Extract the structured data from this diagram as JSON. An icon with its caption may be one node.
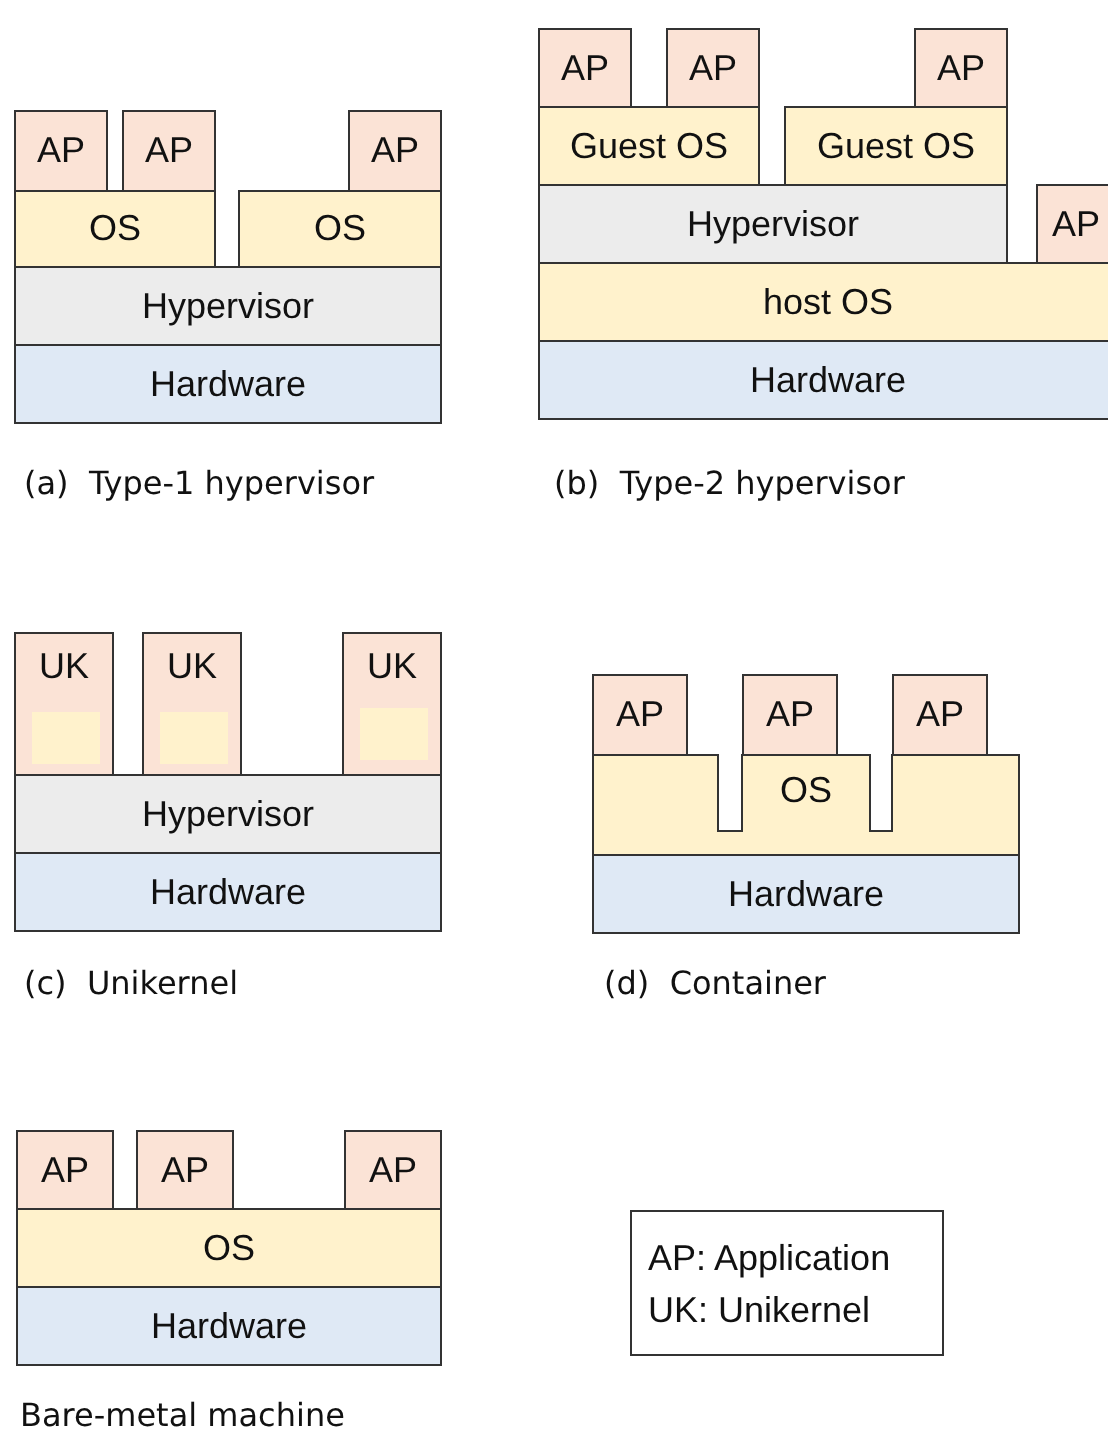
{
  "diagram": {
    "nodes": [
      {
        "text": [
          "AP"
        ]
      },
      {
        "text": [
          "AP"
        ]
      },
      {
        "text": [
          "AP"
        ]
      },
      {
        "text": [
          "OS"
        ]
      },
      {
        "text": [
          "OS"
        ]
      },
      {
        "text": [
          "Hypervisor"
        ]
      },
      {
        "text": [
          "Hardware"
        ]
      },
      {
        "text": [
          "AP"
        ]
      },
      {
        "text": [
          "AP"
        ]
      },
      {
        "text": [
          "AP"
        ]
      },
      {
        "text": [
          "Guest OS"
        ]
      },
      {
        "text": [
          "Guest OS"
        ]
      },
      {
        "text": [
          "Hypervisor"
        ]
      },
      {
        "text": [
          "AP"
        ]
      },
      {
        "text": [
          "host OS"
        ]
      },
      {
        "text": [
          "Hardware"
        ]
      },
      {
        "text": [
          "UK"
        ]
      },
      {
        "text": [],
        "shape": "box",
        "in": 16
      },
      {
        "text": [
          "UK"
        ]
      },
      {
        "text": [],
        "shape": "box",
        "in": 18
      },
      {
        "text": [
          "UK"
        ]
      },
      {
        "text": [],
        "shape": "box",
        "in": 20
      },
      {
        "text": [
          "Hypervisor"
        ]
      },
      {
        "text": [
          "Hardware"
        ]
      },
      {
        "text": [
          "AP"
        ]
      },
      {
        "text": [
          "AP"
        ]
      },
      {
        "text": [
          "AP"
        ]
      },
      {
        "text": [
          "OS"
        ]
      },
      {
        "text": [
          "Hardware"
        ]
      },
      {
        "text": [
          "AP"
        ]
      },
      {
        "text": [
          "AP"
        ]
      },
      {
        "text": [
          "AP"
        ]
      },
      {
        "text": [
          "OS"
        ]
      },
      {
        "text": [
          "Hardware"
        ]
      },
      {
        "text": [
          "AP: Application",
          "UK: Unikernel"
        ]
      }
    ],
    "edges": [],
    "labels": [
      "(a)  Type-1 hypervisor",
      "(b)  Type-2 hypervisor",
      "(c)  Unikernel",
      "(d)  Container",
      "Bare-metal machine"
    ]
  }
}
